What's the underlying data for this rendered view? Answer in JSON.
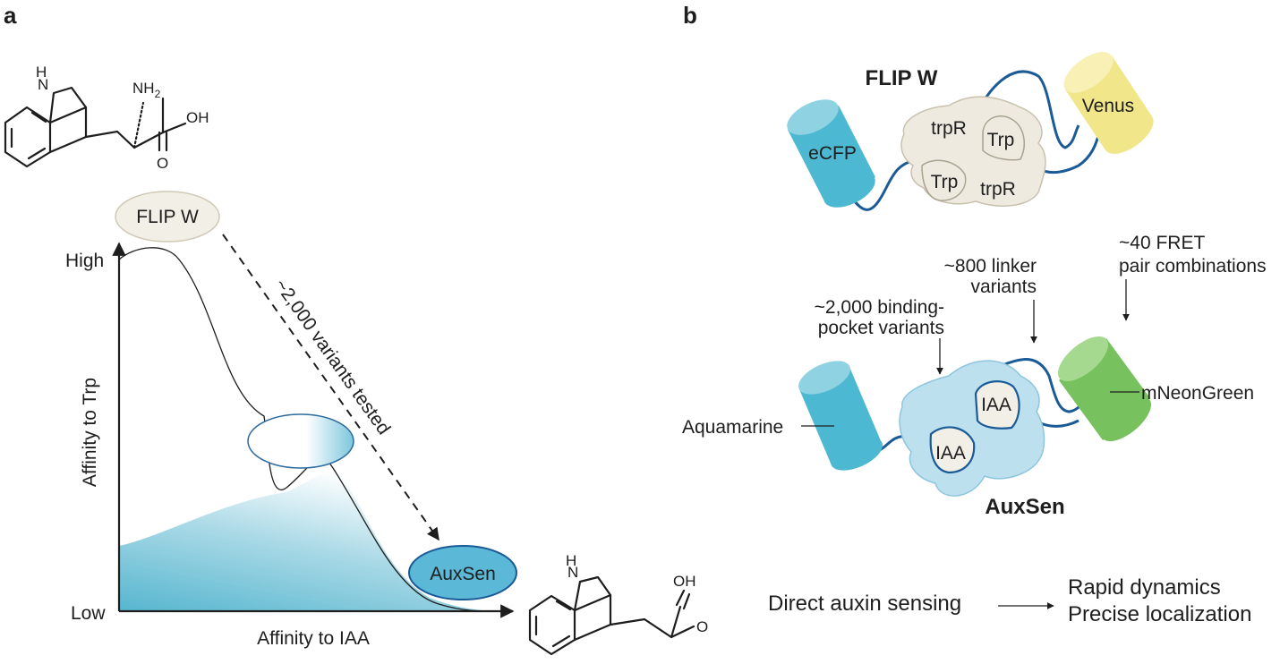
{
  "panel_a": {
    "letter": "a",
    "trp_nh": "H",
    "trp_n": "N",
    "trp_nh2": "NH",
    "trp_nh2_sub": "2",
    "trp_oh": "OH",
    "trp_o": "O",
    "flipw_label": "FLIP W",
    "auxsen_label": "AuxSen",
    "y_axis_label": "Affinity to Trp",
    "x_axis_label": "Affinity to IAA",
    "y_high": "High",
    "y_low": "Low",
    "arrow_label": "~2,000 variants tested",
    "iaa_nh": "H",
    "iaa_n": "N",
    "iaa_oh": "OH",
    "iaa_o": "O"
  },
  "panel_b": {
    "letter": "b",
    "flipw_title": "FLIP W",
    "ecfp": "eCFP",
    "venus": "Venus",
    "trpr_top": "trpR",
    "trpr_bottom": "trpR",
    "trp_top": "Trp",
    "trp_bottom": "Trp",
    "binding_line1": "~2,000 binding-",
    "binding_line2": "pocket variants",
    "linker_line1": "~800 linker",
    "linker_line2": "variants",
    "fret_line1": "~40 FRET",
    "fret_line2": "pair combinations",
    "aquamarine": "Aquamarine",
    "mneongreen": "mNeonGreen",
    "iaa_top": "IAA",
    "iaa_bottom": "IAA",
    "auxsen_title": "AuxSen",
    "direct_sensing": "Direct auxin sensing",
    "rapid": "Rapid dynamics",
    "precise": "Precise localization"
  },
  "colors": {
    "cyan_protein": "#4db8d1",
    "venus_yellow": "#f2e68a",
    "mneongreen": "#77c25e",
    "beige_protein": "#eeeae0",
    "auxsen_body": "#bde0ef",
    "linker_blue": "#1a5a96",
    "auxsen_oval": "#5bb8d6"
  }
}
